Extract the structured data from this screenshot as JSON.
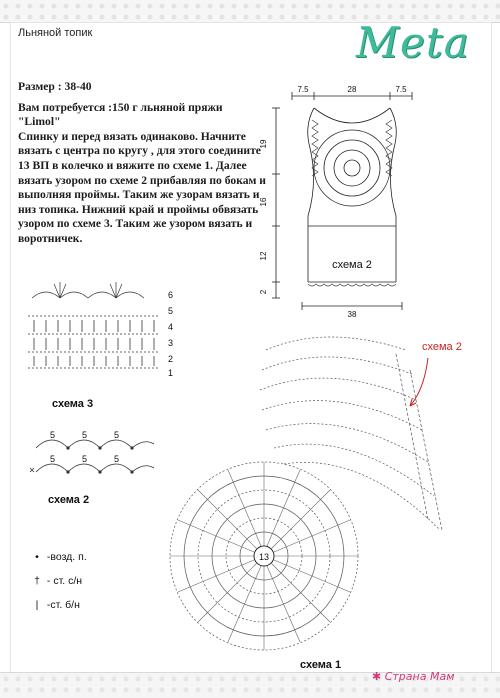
{
  "page": {
    "title": "Льняной топик",
    "logo": "Meta"
  },
  "instructions": {
    "size": "Размер : 38-40",
    "paragraphs": [
      "Вам потребуется :150 г льняной пряжи \"Limol\"",
      "Спинку и перед вязать одинаково. Начните вязать с центра по кругу , для этого соедините 13 ВП в колечко и вяжите по схеме 1. Далее вязать узором по схеме 2 прибавляя по бокам и выполняя проймы. Таким же узорам вязать и низ топика. Нижний край и проймы обвязать узором по схеме 3. Таким же узором вязать и воротничек."
    ]
  },
  "pattern_diagram": {
    "top_dims": [
      "7.5",
      "28",
      "7.5"
    ],
    "side_dims": [
      "19",
      "16",
      "12",
      "2"
    ],
    "bottom_dim": "38",
    "label": "схема 2"
  },
  "scheme3": {
    "label": "схема 3",
    "rows": [
      "6",
      "5",
      "4",
      "3",
      "2",
      "1"
    ]
  },
  "scheme2": {
    "label": "схема 2",
    "chain_counts": [
      "5",
      "5",
      "5",
      "5",
      "5",
      "5"
    ]
  },
  "scheme1": {
    "label": "схема 1",
    "center": "13",
    "annotation": "схема 2"
  },
  "legend": [
    {
      "mark": "•",
      "text": "-возд. п."
    },
    {
      "mark": "†",
      "text": "- ст. с/н"
    },
    {
      "mark": "|",
      "text": "-ст. б/н"
    }
  ],
  "watermark": {
    "text": "Страна Мам",
    "star_icon": "pink-star-icon"
  },
  "colors": {
    "logo": "#3dbb9a",
    "annotation": "#cc2222",
    "watermark": "#d23a7a"
  }
}
